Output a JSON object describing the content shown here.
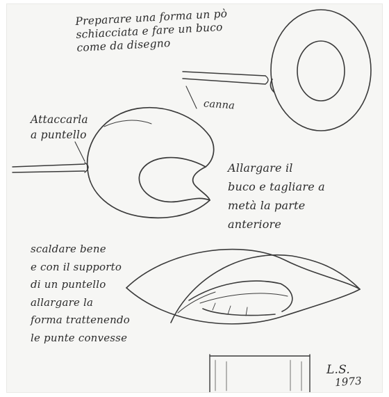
{
  "sketch_notes": {
    "step1": "Preparare una forma un pò\nschiacciata e fare un buco\ncome da disegno",
    "canna_label": "canna",
    "step2": "Attaccarla\na puntello",
    "step3": "Allargare il\nbuco e tagliare a\nmetà la parte\nanteriore",
    "step4": "scaldare bene\ne con il supporto\ndi un puntello\nallargare la\nforma trattenendo\nle punte convesse"
  },
  "signature": {
    "initials": "L.S.",
    "year": "1973"
  },
  "colors": {
    "paper": "#f6f6f4",
    "pencil": "#3a3a3a",
    "background": "#ffffff"
  }
}
